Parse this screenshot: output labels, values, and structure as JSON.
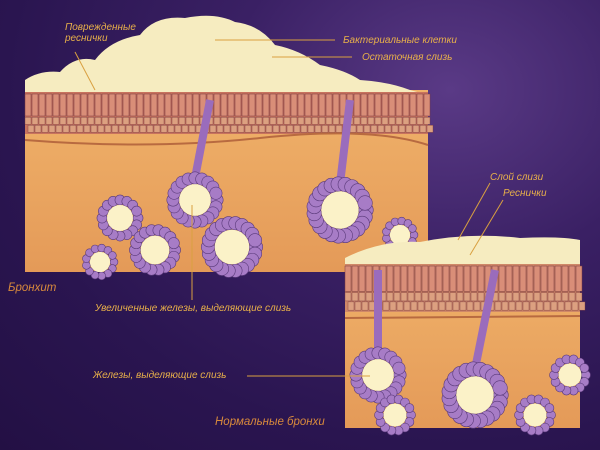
{
  "labels": {
    "damaged_cilia": [
      "Поврежденные",
      "реснички"
    ],
    "bacterial_cells": "Бактериальные клетки",
    "residual_mucus": "Остаточная слизь",
    "mucus_layer": "Слой слизи",
    "cilia": "Реснички",
    "enlarged_glands": "Увеличенные железы, выделяющие слизь",
    "glands": "Железы, выделяющие слизь",
    "bronchitis": "Бронхит",
    "normal_bronchi": "Нормальные бронхи"
  },
  "colors": {
    "mucus": "#f6ecc0",
    "tissue": "#e9a45e",
    "epithelium": "#c87a5e",
    "gland": "#a77cc6",
    "label": "#e8b04a"
  }
}
